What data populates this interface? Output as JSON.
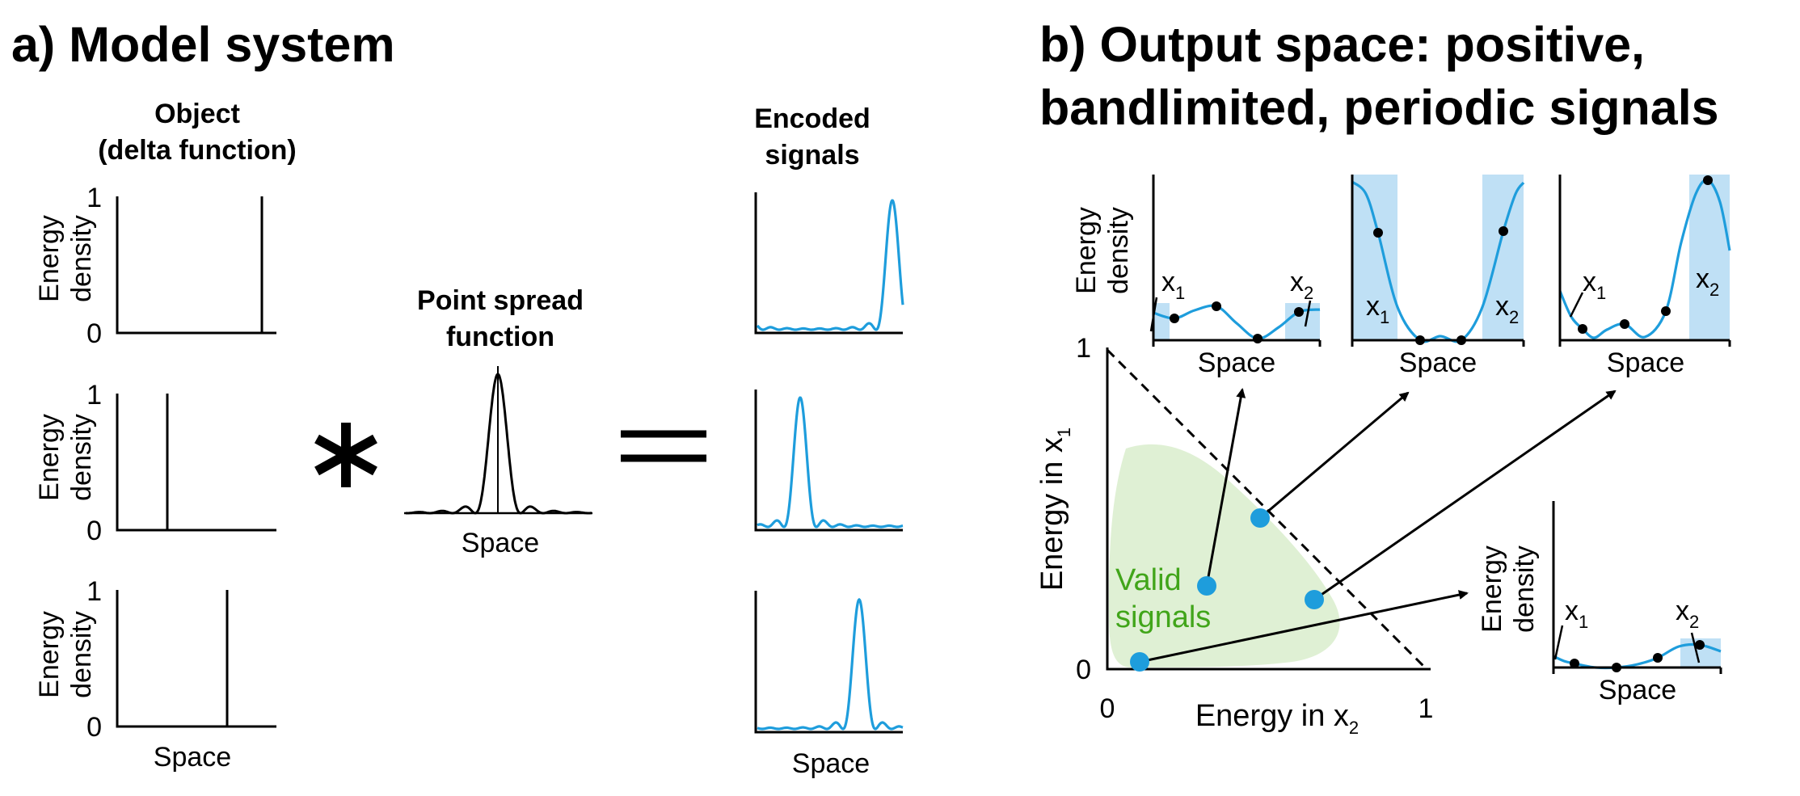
{
  "panel_a": {
    "title": "a) Model system",
    "object_title_1": "Object",
    "object_title_2": "(delta function)",
    "ylabel_1": "Energy",
    "ylabel_2": "density",
    "tick_one": "1",
    "tick_zero": "0",
    "xlabel": "Space",
    "convolve_symbol": "*",
    "equals_symbol": "=",
    "psf_title_1": "Point spread",
    "psf_title_2": "function",
    "psf_xlabel": "Space",
    "encoded_title_1": "Encoded",
    "encoded_title_2": "signals",
    "encoded_xlabel": "Space"
  },
  "panel_b": {
    "title_1": "b) Output space: positive,",
    "title_2": "bandlimited, periodic signals",
    "ylabel_main_prefix": "Energy in x",
    "ylabel_main_sub": "1",
    "xlabel_main_prefix": "Energy in x",
    "xlabel_main_sub": "2",
    "tick_zero_y": "0",
    "tick_one_y": "1",
    "tick_zero_x": "0",
    "tick_one_x": "1",
    "valid_1": "Valid",
    "valid_2": "signals",
    "inset_ylabel_1": "Energy",
    "inset_ylabel_2": "density",
    "inset_xlabel": "Space",
    "x_letter": "x",
    "sub_1": "1",
    "sub_2": "2"
  },
  "colors": {
    "signal": "#1e9ddc",
    "band_fill": "#bfe0f5",
    "valid_region": "#dff0d4",
    "valid_text": "#41a51a",
    "point": "#1e9ddc"
  }
}
